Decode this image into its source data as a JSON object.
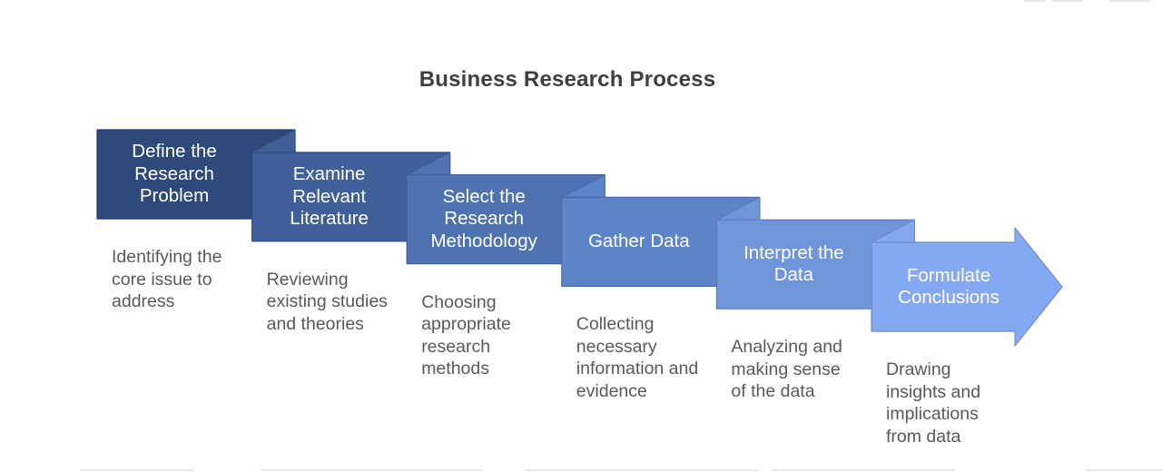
{
  "title": "Business Research Process",
  "title_color": "#3f3f3f",
  "label_color": "#ffffff",
  "desc_color": "#595959",
  "steps": [
    {
      "label": "Define the\nResearch\nProblem",
      "desc": "Identifying the\ncore issue to\naddress",
      "fill": "#2e4a7b",
      "stroke": "#253c64"
    },
    {
      "label": "Examine\nRelevant\nLiterature",
      "desc": "Reviewing\nexisting studies\nand theories",
      "fill": "#40609a",
      "stroke": "#344e7e"
    },
    {
      "label": "Select the\nResearch\nMethodology",
      "desc": "Choosing\nappropriate\nresearch\nmethods",
      "fill": "#4f73b1",
      "stroke": "#405e93"
    },
    {
      "label": "Gather Data",
      "desc": "Collecting\nnecessary\ninformation and\nevidence",
      "fill": "#5d83c8",
      "stroke": "#4c6ca7"
    },
    {
      "label": "Interpret the\nData",
      "desc": "Analyzing and\nmaking sense\nof the data",
      "fill": "#7195da",
      "stroke": "#5c7bb6"
    },
    {
      "label": "Formulate\nConclusions",
      "desc": "Drawing\ninsights and\nimplications\nfrom data",
      "fill": "#85a9f1",
      "stroke": "#6d8cc9"
    }
  ],
  "edge_artifact_color": "#e7e7e7"
}
